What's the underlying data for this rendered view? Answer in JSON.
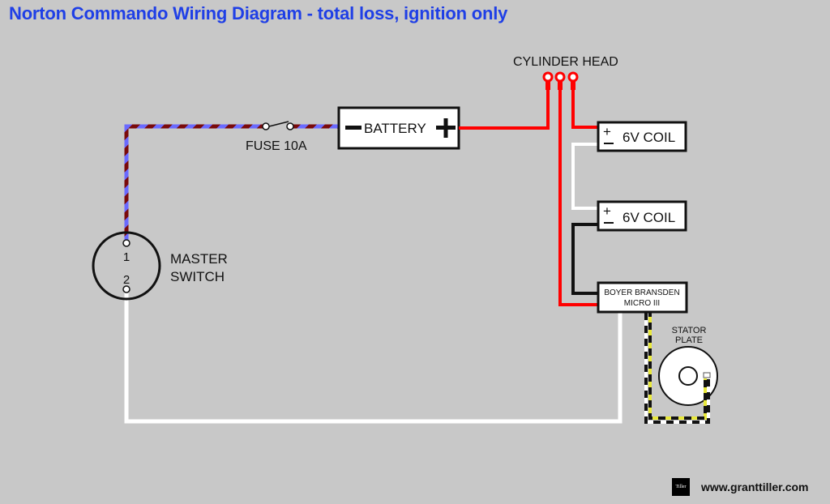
{
  "title": "Norton Commando Wiring Diagram - total loss, ignition only",
  "labels": {
    "cylinder_head": "CYLINDER HEAD",
    "battery": "BATTERY",
    "battery_neg": "−",
    "battery_pos": "+",
    "fuse": "FUSE 10A",
    "coil1": "6V COIL",
    "coil2": "6V COIL",
    "coil_plus": "+",
    "coil_minus": "−",
    "boyer_line1": "BOYER BRANSDEN",
    "boyer_line2": "MICRO III",
    "stator_line1": "STATOR",
    "stator_line2": "PLATE",
    "master_line1": "MASTER",
    "master_line2": "SWITCH",
    "switch_t1": "1",
    "switch_t2": "2"
  },
  "footer": {
    "logo_text": "Tiller",
    "website": "www.granttiller.com"
  },
  "colors": {
    "title": "#1f3fe6",
    "red_wire": "#ff0000",
    "brown_wire": "#7a0a0a",
    "blue_wire": "#6a6aff",
    "white_wire": "#ffffff",
    "black_wire": "#111111",
    "yellow_wire": "#e8e83a"
  }
}
